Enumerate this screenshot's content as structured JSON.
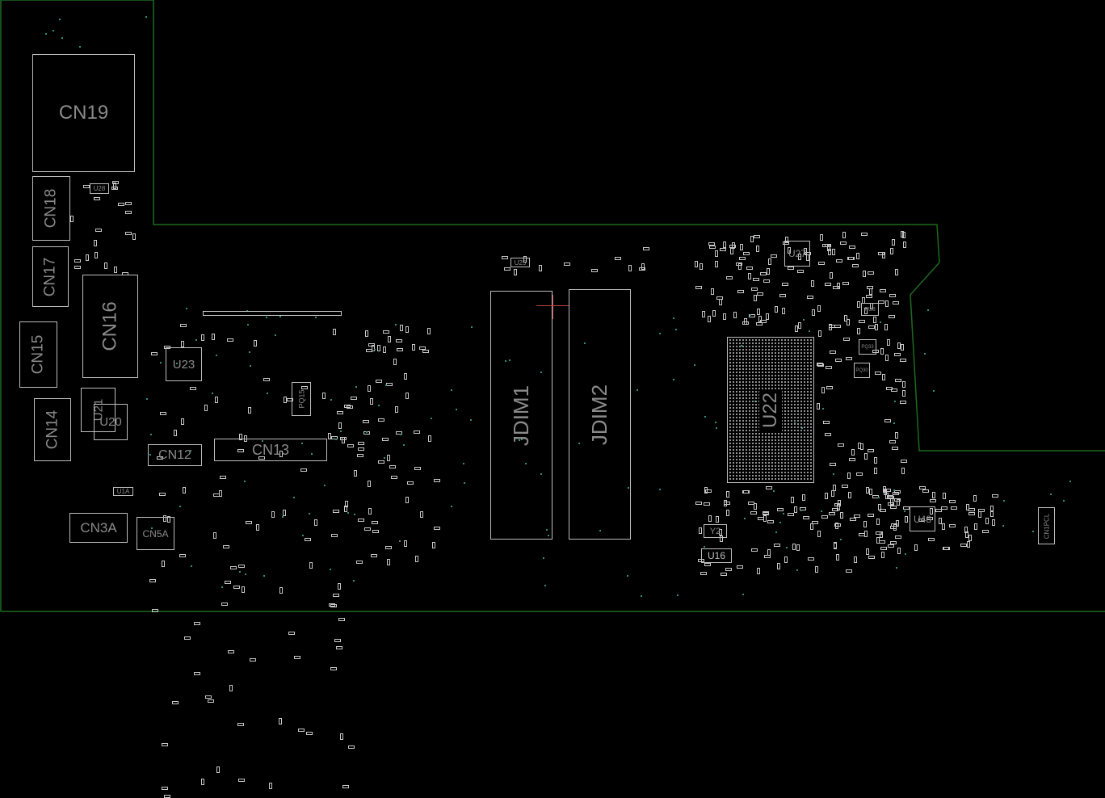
{
  "board": {
    "outline_color": "#1f6a1f",
    "component_color": "#bdbdbd",
    "label_color": "#8a8a8a",
    "via_color": "#2f8f7f"
  },
  "components": {
    "cn19": "CN19",
    "cn18": "CN18",
    "cn17": "CN17",
    "cn16": "CN16",
    "cn15": "CN15",
    "cn14": "CN14",
    "u21": "U21",
    "u20": "U20",
    "u23": "U23",
    "u28": "U28",
    "cn12": "CN12",
    "cn13": "CN13",
    "pq15": "PQ15",
    "cn3a": "CN3A",
    "cn5a": "CN5A",
    "u1a": "U1A",
    "u25": "U25",
    "jdim1": "JDIM1",
    "jdim2": "JDIM2",
    "u27": "U27",
    "u22": "U22",
    "y2": "Y2",
    "u16": "U16",
    "u48": "U48",
    "cn1pcl": "CN1PCL",
    "pu8": "PU8",
    "pq33": "PQ33",
    "pq30": "PQ30"
  }
}
